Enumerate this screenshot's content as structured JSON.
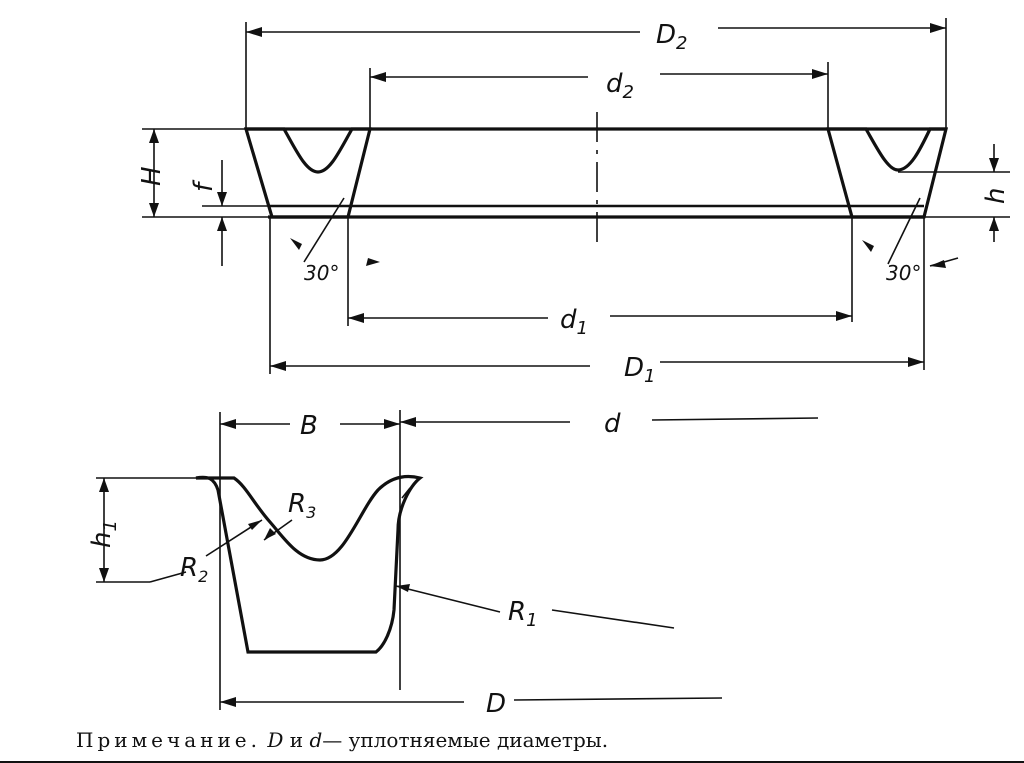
{
  "dimensions": {
    "D2": "D",
    "D2_sub": "2",
    "d2": "d",
    "d2_sub": "2",
    "d1": "d",
    "d1_sub": "1",
    "D1": "D",
    "D1_sub": "1",
    "H": "H",
    "f": "f",
    "h": "h",
    "B": "B",
    "d": "d",
    "D": "D",
    "h1": "h",
    "h1_sub": "1",
    "R1": "R",
    "R1_sub": "1",
    "R2": "R",
    "R2_sub": "2",
    "R3": "R",
    "R3_sub": "3",
    "angle_left": "30°",
    "angle_right": "30°"
  },
  "note": {
    "label": "Примечание.",
    "var_D": "D",
    "conj": "и",
    "var_d": "d",
    "text": "— уплотняемые диаметры."
  }
}
